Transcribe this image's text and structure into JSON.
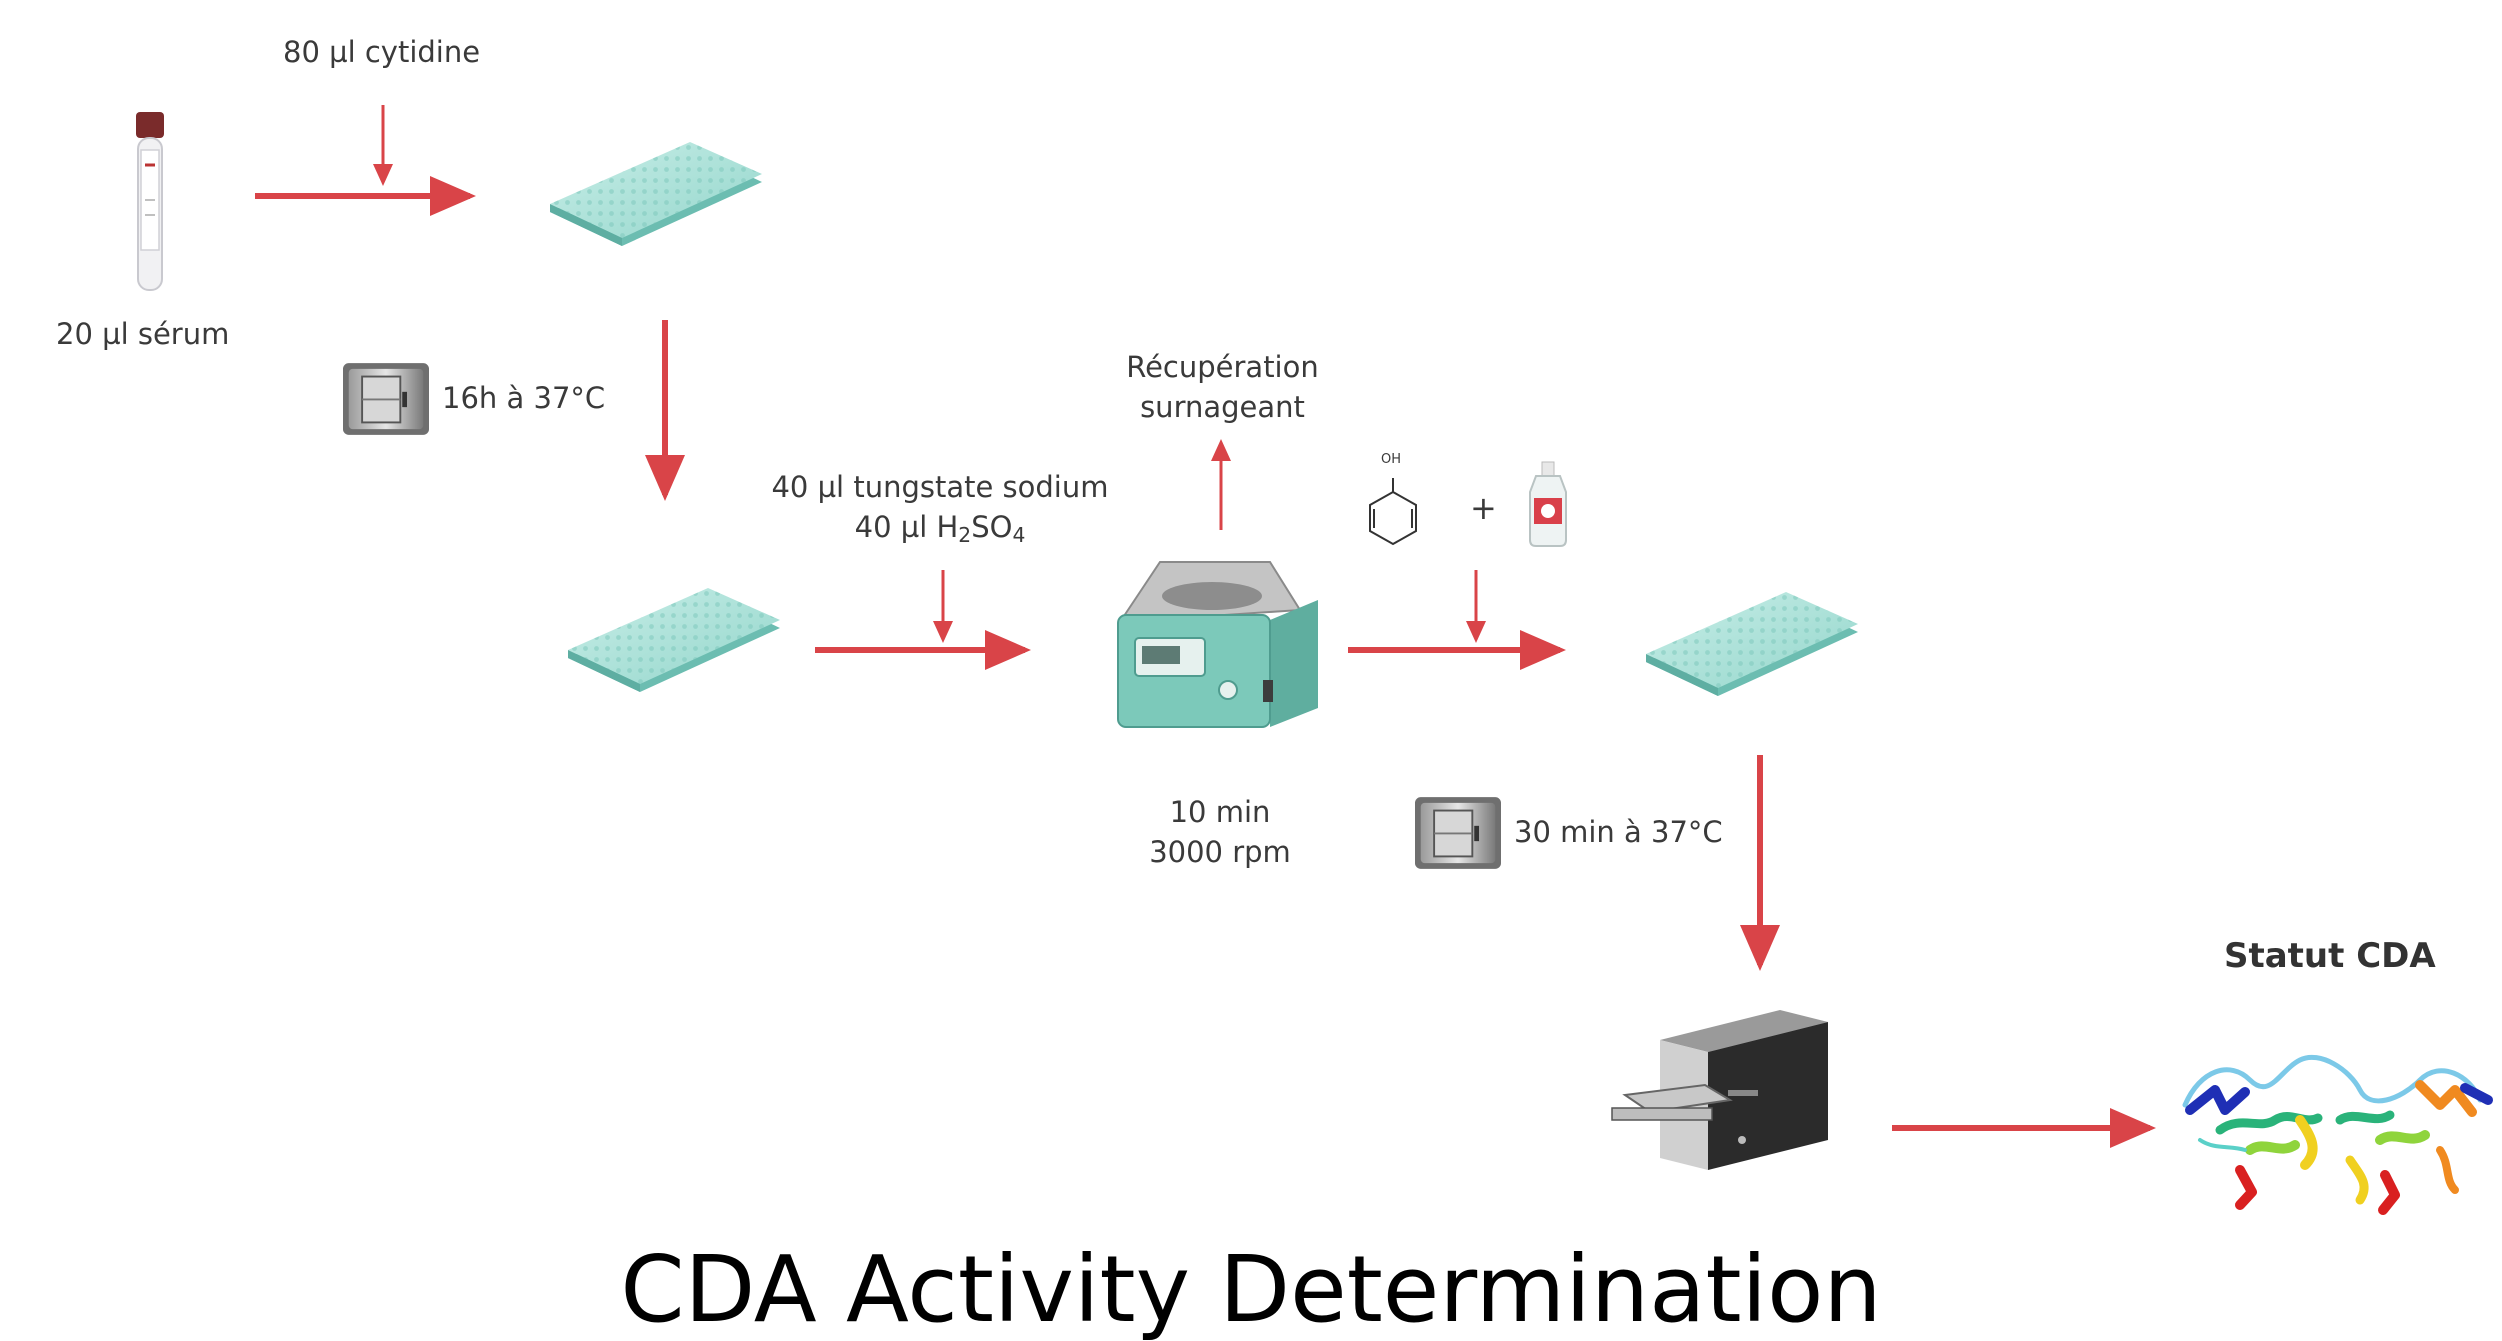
{
  "title": "CDA Activity Determination",
  "steps": {
    "cytidine": "80 µl cytidine",
    "serum": "20 µl sérum",
    "incubation1": "16h à 37°C",
    "reagent_line1": "40 µl tungstate sodium",
    "reagent_line2_prefix": "40 µl H",
    "reagent_line2_sub1": "2",
    "reagent_line2_mid": "SO",
    "reagent_line2_sub2": "4",
    "supernatant_line1": "Récupération",
    "supernatant_line2": "surnageant",
    "phenol_oh": "OH",
    "plus": "+",
    "centrifuge_time": "10 min",
    "centrifuge_speed": "3000 rpm",
    "incubation2": "30 min à 37°C",
    "result": "Statut CDA"
  },
  "colors": {
    "arrow": "#d94448",
    "plate": "#9fdcd2",
    "plate_dark": "#6cbdb1"
  },
  "icons": [
    "blood-tube-icon",
    "microplate-icon",
    "incubator-icon",
    "centrifuge-icon",
    "phenol-structure-icon",
    "bleach-bottle-icon",
    "plate-reader-icon",
    "cda-protein-structure-icon"
  ]
}
